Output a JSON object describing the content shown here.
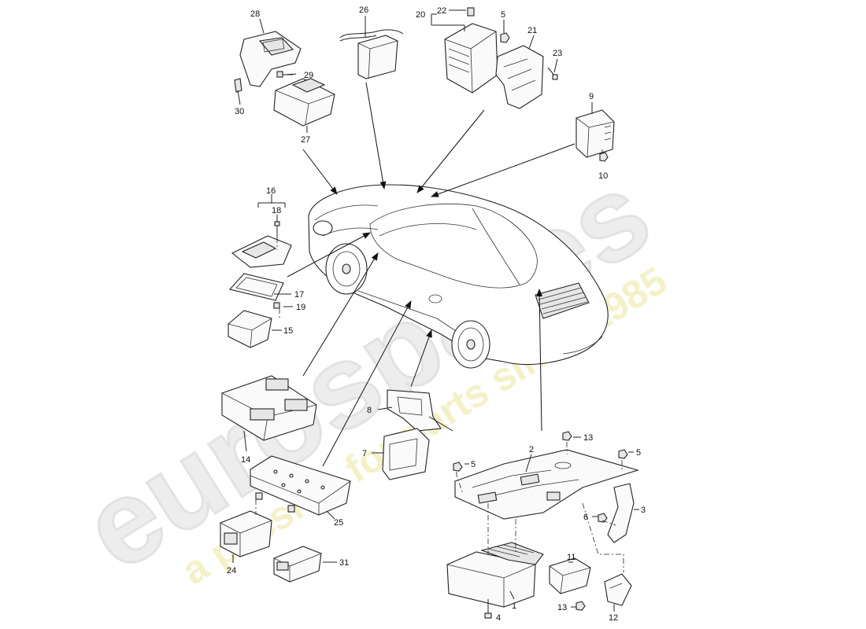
{
  "watermark": {
    "brand": "eurospares",
    "tagline": "a passion for parts since 1985",
    "brand_color": "#e6e6e6",
    "tagline_color": "#f0edc0"
  },
  "callouts": {
    "c1": "1",
    "c2": "2",
    "c3": "3",
    "c4": "4",
    "c5a": "5",
    "c5b": "5",
    "c5c": "5",
    "c6": "6",
    "c7": "7",
    "c8": "8",
    "c9": "9",
    "c10": "10",
    "c11": "11",
    "c12": "12",
    "c13a": "13",
    "c13b": "13",
    "c14": "14",
    "c15": "15",
    "c16": "16",
    "c17": "17",
    "c18": "18",
    "c19": "19",
    "c20": "20",
    "c21": "21",
    "c22": "22",
    "c23": "23",
    "c24": "24",
    "c25": "25",
    "c26": "26",
    "c27": "27",
    "c28": "28",
    "c29": "29",
    "c30": "30",
    "c31": "31"
  }
}
